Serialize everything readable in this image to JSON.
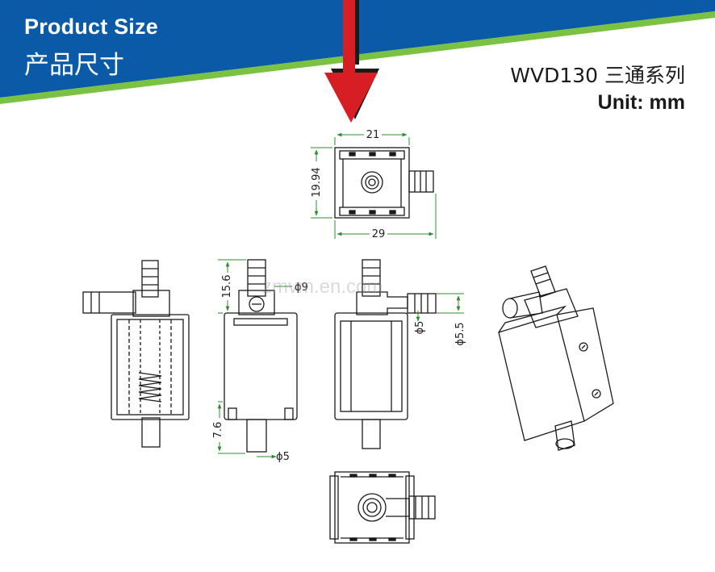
{
  "header": {
    "title_en": "Product Size",
    "title_cn": "产品尺寸",
    "model": "WVD130 三通系列",
    "unit": "Unit: mm"
  },
  "watermark": "zmvm.en.com",
  "dimensions": {
    "top_width": "21",
    "top_height": "19.94",
    "top_total_width": "29",
    "nozzle_height": "15.6",
    "nozzle_dia": "ϕ9",
    "bottom_stem": "7.6",
    "stem_dia": "ϕ5",
    "side_port_dia": "ϕ5",
    "side_port_outer": "ϕ5.5"
  },
  "colors": {
    "banner_blue": "#0a5aa8",
    "banner_accent": "#7cc242",
    "arrow_red": "#d81e25",
    "dim_green": "#2e8b2e",
    "line": "#1a1a1a"
  }
}
